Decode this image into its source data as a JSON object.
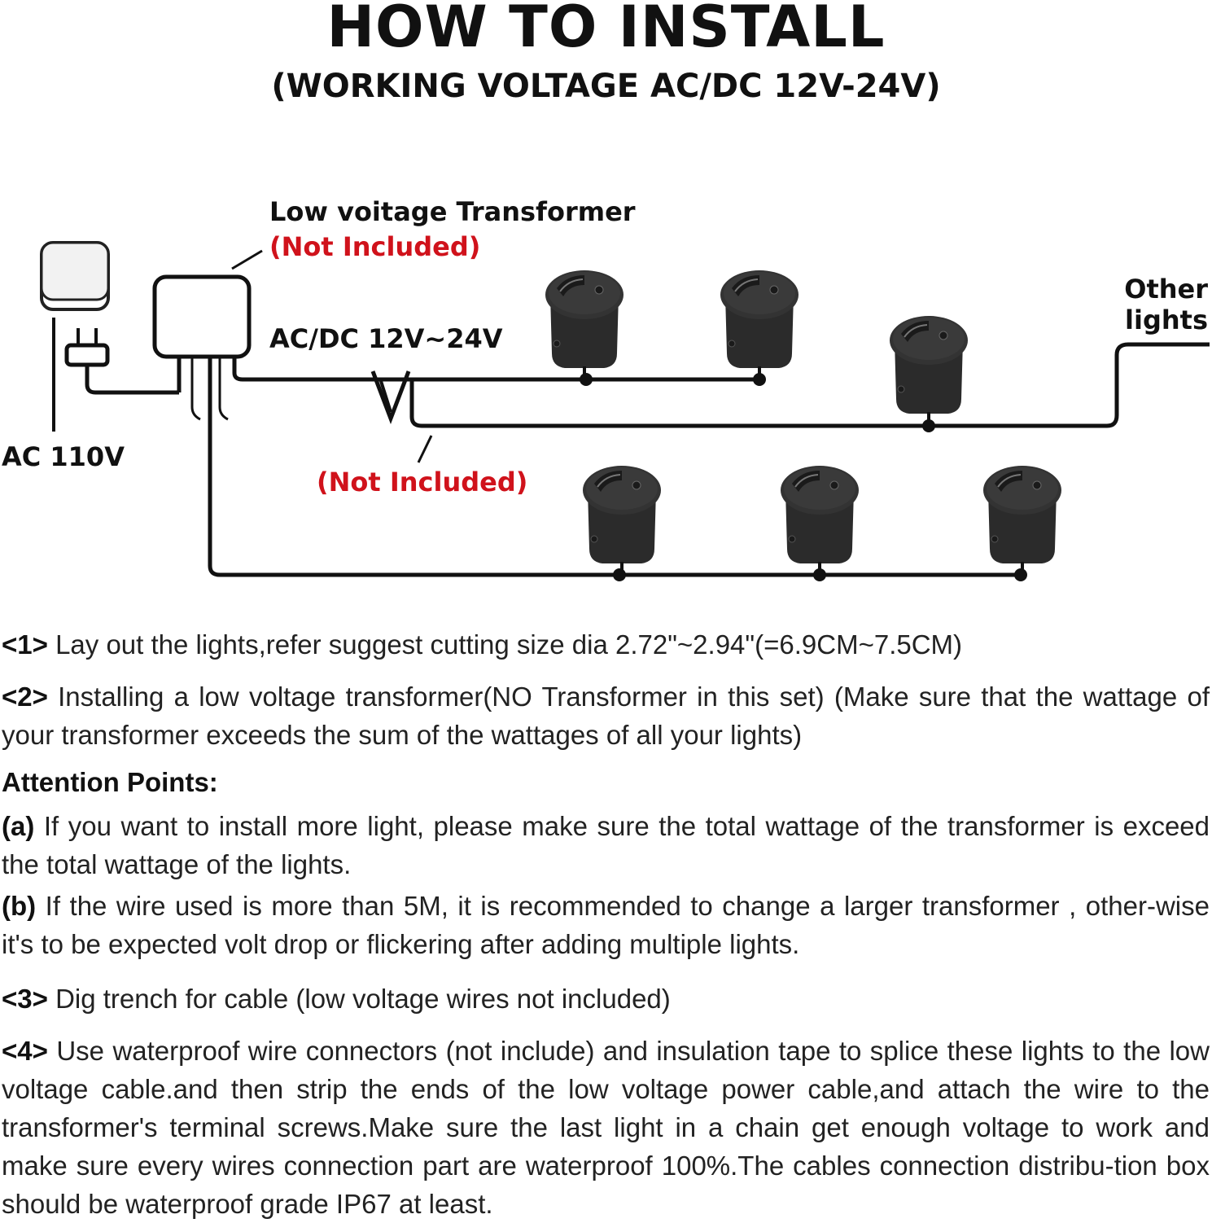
{
  "header": {
    "title": "HOW TO INSTALL",
    "subtitle": "(WORKING VOLTAGE AC/DC 12V-24V)"
  },
  "diagram": {
    "transformer_label": "Low voitage Transformer",
    "transformer_note": "(Not Included)",
    "voltage_label": "AC/DC 12V~24V",
    "connector_note": "(Not Included)",
    "source_label": "AC 110V",
    "other_lights_line1": "Other",
    "other_lights_line2": "lights",
    "colors": {
      "wire": "#111111",
      "note": "#d0121b",
      "light_body": "#2b2b2b"
    }
  },
  "steps": {
    "step1": {
      "tag": "<1>",
      "text": " Lay out the lights,refer suggest cutting size dia 2.72\"~2.94\"(=6.9CM~7.5CM)"
    },
    "step2": {
      "tag": "<2>",
      "text": " Installing a low voltage transformer(NO Transformer in this set) (Make sure that the wattage of your transformer exceeds the sum of the wattages of all your lights)"
    },
    "attention_heading": "Attention Points:",
    "point_a": {
      "tag": "(a)",
      "text": " If you want to install more light, please make sure the total wattage of the transformer is exceed the total wattage of the lights."
    },
    "point_b": {
      "tag": "(b)",
      "text": " If the wire used is more than 5M, it is recommended to change a larger transformer , other-wise it's to be expected volt drop or flickering after adding multiple lights."
    },
    "step3": {
      "tag": "<3>",
      "text": " Dig trench for cable (low voltage wires not included)"
    },
    "step4": {
      "tag": "<4>",
      "text": " Use waterproof wire connectors (not include) and insulation tape to splice these lights to the low voltage cable.and then strip the ends of the low voltage power cable,and attach the wire to the transformer's terminal screws.Make sure the last light in a chain get enough voltage to work and make sure every wires connection part are waterproof 100%.The cables connection distribu-tion box should be waterproof grade IP67 at least."
    }
  }
}
